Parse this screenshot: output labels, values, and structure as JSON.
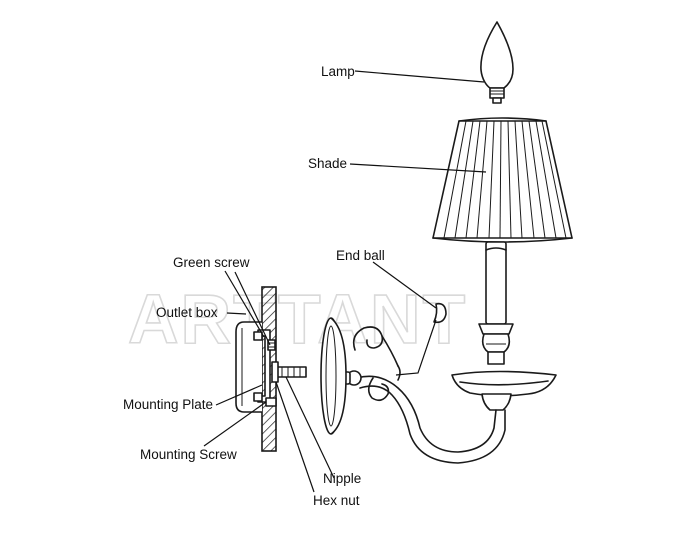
{
  "watermark": "ARTTANT",
  "labels": {
    "lamp": "Lamp",
    "shade": "Shade",
    "end_ball": "End ball",
    "green_screw": "Green screw",
    "outlet_box": "Outlet box",
    "mounting_plate": "Mounting Plate",
    "mounting_screw": "Mounting Screw",
    "nipple": "Nipple",
    "hex_nut": "Hex nut"
  },
  "colors": {
    "line": "#1a1a1a",
    "background": "#ffffff",
    "watermark": "#d9d9d9"
  }
}
